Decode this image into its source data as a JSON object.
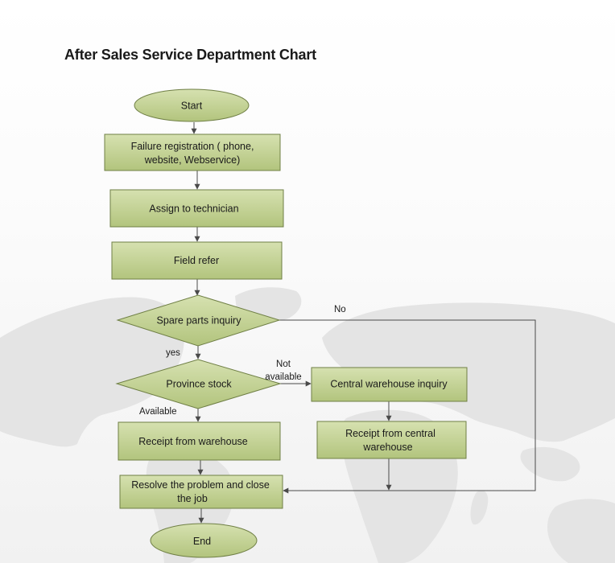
{
  "title": "After Sales Service Department Chart",
  "colors": {
    "node_fill_light": "#d6e1b0",
    "node_fill_dark": "#b2c47d",
    "node_stroke": "#6f7f45",
    "connector": "#4a4a4a"
  },
  "nodes": {
    "start": "Start",
    "failure_registration": [
      "Failure registration ( phone,",
      "website, Webservice)"
    ],
    "assign_technician": "Assign to technician",
    "field_refer": "Field refer",
    "spare_parts_inquiry": "Spare parts inquiry",
    "province_stock": "Province stock",
    "central_warehouse_inquiry": "Central warehouse inquiry",
    "receipt_warehouse": "Receipt from warehouse",
    "receipt_central": [
      "Receipt from central",
      "warehouse"
    ],
    "resolve": [
      "Resolve the problem and close",
      "the job"
    ],
    "end": "End"
  },
  "edge_labels": {
    "no": "No",
    "yes": "yes",
    "not_available": [
      "Not",
      "available"
    ],
    "available": "Available"
  }
}
